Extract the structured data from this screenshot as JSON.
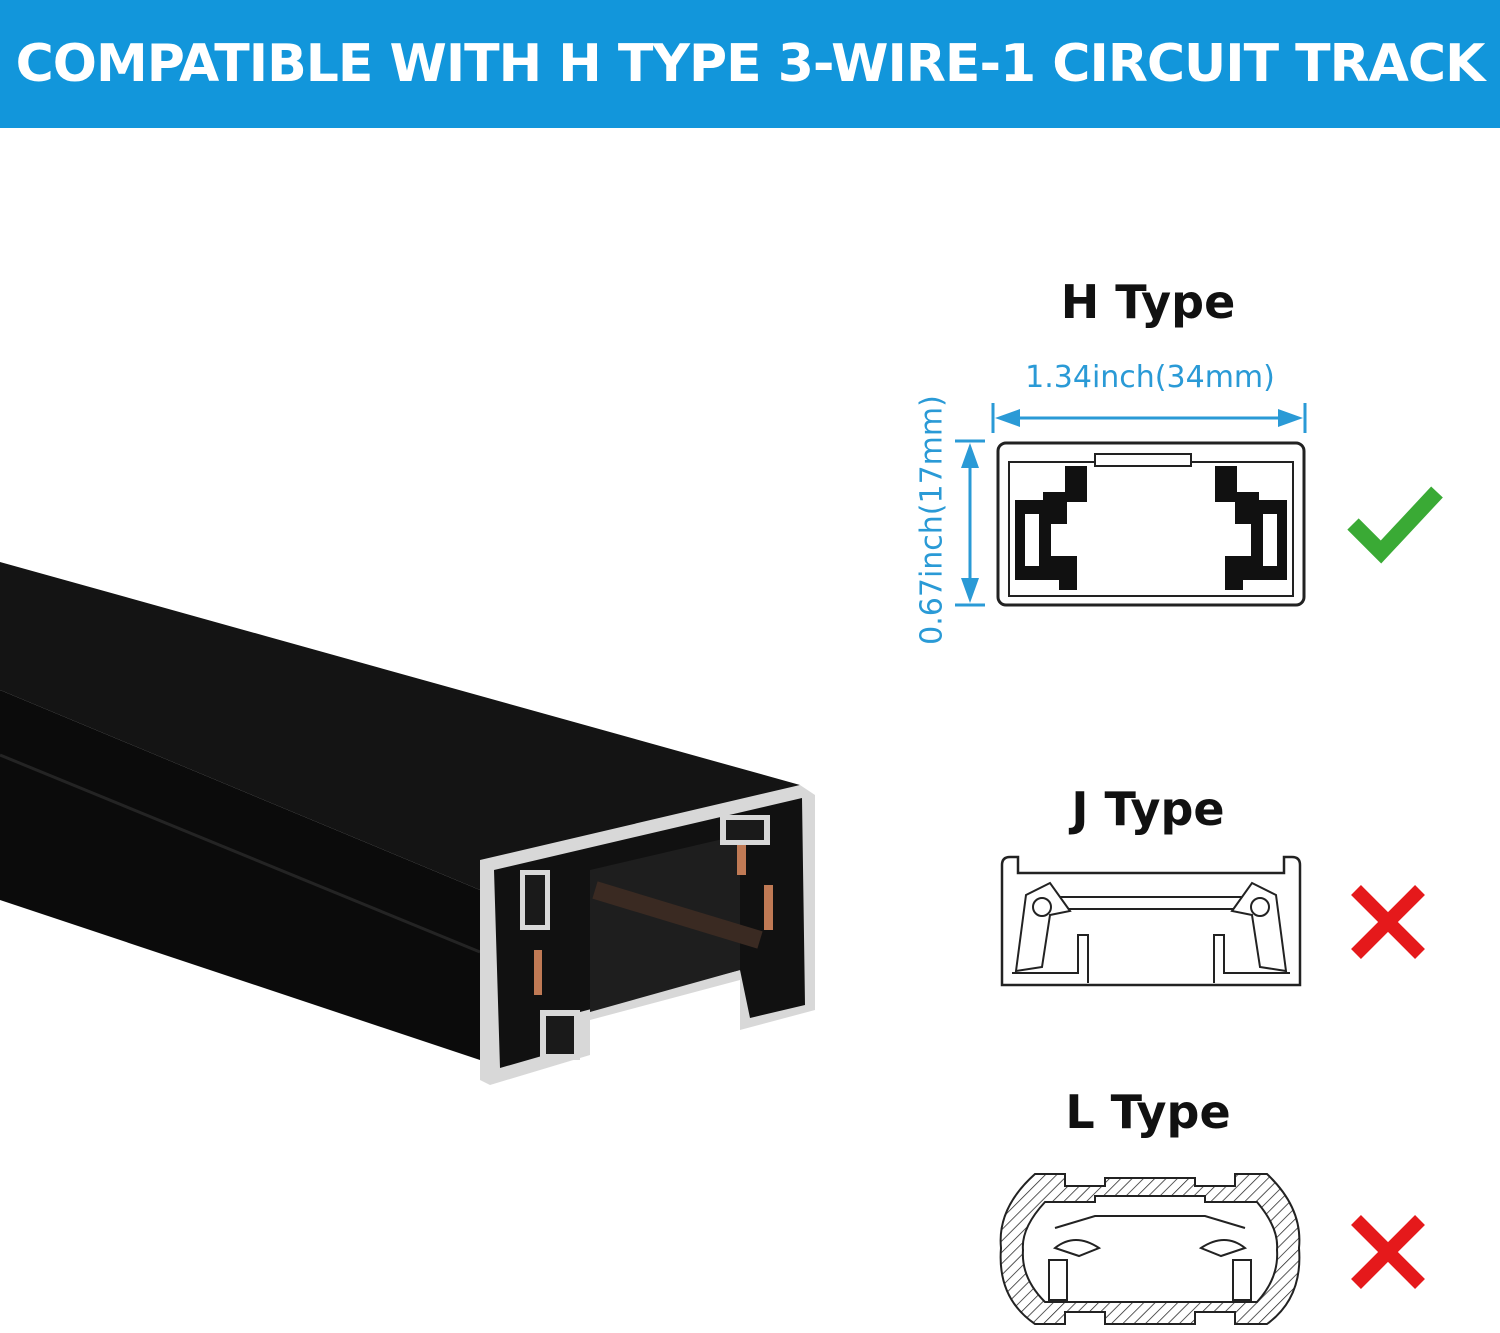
{
  "banner": {
    "title": "COMPATIBLE WITH H TYPE 3-WIRE-1 CIRCUIT TRACK"
  },
  "types": [
    {
      "label": "H Type",
      "status": "compatible",
      "icon": "checkmark-icon"
    },
    {
      "label": "J Type",
      "status": "incompatible",
      "icon": "cross-icon"
    },
    {
      "label": "L Type",
      "status": "incompatible",
      "icon": "cross-icon"
    }
  ],
  "dimensions": {
    "width": "1.34inch(34mm)",
    "height": "0.67inch(17mm)"
  },
  "colors": {
    "banner": "#1296db",
    "dimension": "#2a9ad6",
    "check": "#3aaa35",
    "cross": "#e5191b"
  }
}
